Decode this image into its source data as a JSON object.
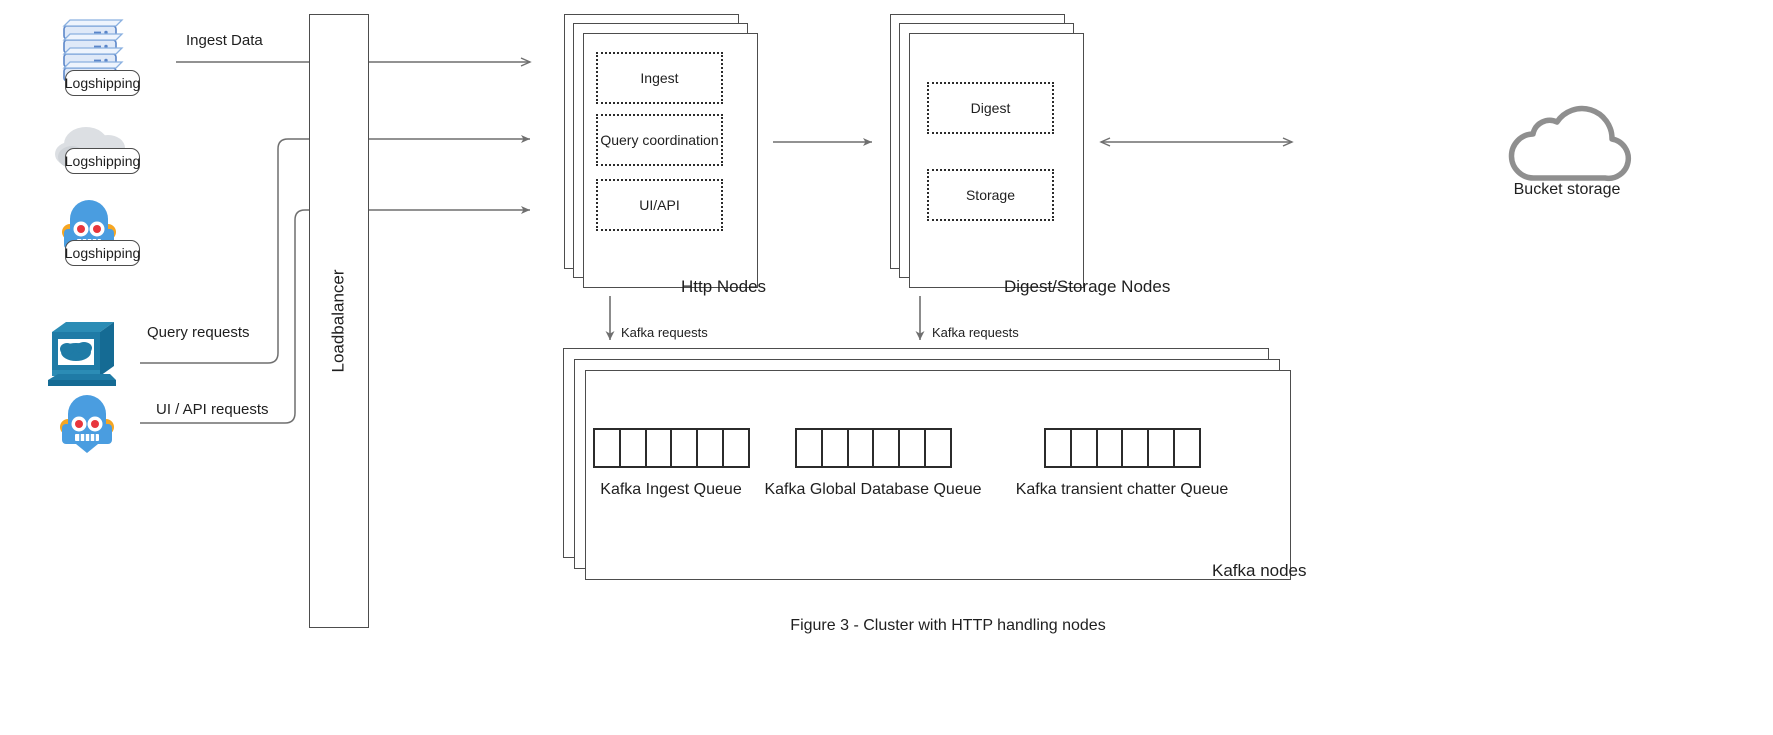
{
  "figure": {
    "caption": "Figure 3 - Cluster with HTTP handling nodes"
  },
  "sources": [
    {
      "id": "logship-servers",
      "icon": "server-stack-icon",
      "label": "Logshipping"
    },
    {
      "id": "logship-cloud",
      "icon": "cloud-grey-icon",
      "label": "Logshipping"
    },
    {
      "id": "logship-bot",
      "icon": "robot-icon",
      "label": "Logshipping"
    }
  ],
  "clients": [
    {
      "id": "workstation",
      "icon": "computer-monitor-icon",
      "label": ""
    },
    {
      "id": "bot-client",
      "icon": "robot-icon",
      "label": ""
    }
  ],
  "flows": [
    {
      "id": "ingest-data",
      "label": "Ingest Data"
    },
    {
      "id": "query-requests",
      "label": "Query requests"
    },
    {
      "id": "ui-api-requests",
      "label": "UI / API requests"
    }
  ],
  "loadbalancer": {
    "label": "Loadbalancer"
  },
  "http_nodes": {
    "label": "Http Nodes",
    "stack_count": 3,
    "components": [
      {
        "label": "Ingest"
      },
      {
        "label": "Query coordination"
      },
      {
        "label": "UI/API"
      }
    ]
  },
  "digest_storage_nodes": {
    "label": "Digest/Storage Nodes",
    "stack_count": 3,
    "components": [
      {
        "label": "Digest"
      },
      {
        "label": "Storage"
      }
    ]
  },
  "bucket_storage": {
    "label": "Bucket storage",
    "icon": "cloud-outline-icon"
  },
  "kafka_requests": [
    {
      "id": "http-to-kafka",
      "label": "Kafka requests"
    },
    {
      "id": "digest-to-kafka",
      "label": "Kafka requests"
    }
  ],
  "kafka_nodes": {
    "label": "Kafka nodes",
    "stack_count": 3,
    "queues": [
      {
        "label": "Kafka Ingest Queue",
        "cells": 6
      },
      {
        "label": "Kafka Global Database Queue",
        "cells": 6
      },
      {
        "label": "Kafka transient chatter Queue",
        "cells": 6
      }
    ]
  },
  "colors": {
    "line": "#7a7a7a",
    "box_border": "#4d4d4d",
    "dotted_border": "#2b2b2b",
    "text": "#1f1f1f",
    "icon_blue": "#1f7ba6",
    "icon_blue_light": "#8ab4e8",
    "cloud_grey": "#d9dde0",
    "robot_blue": "#4a9de0",
    "robot_orange": "#f5a623",
    "robot_red": "#e8363d",
    "background": "#ffffff"
  }
}
